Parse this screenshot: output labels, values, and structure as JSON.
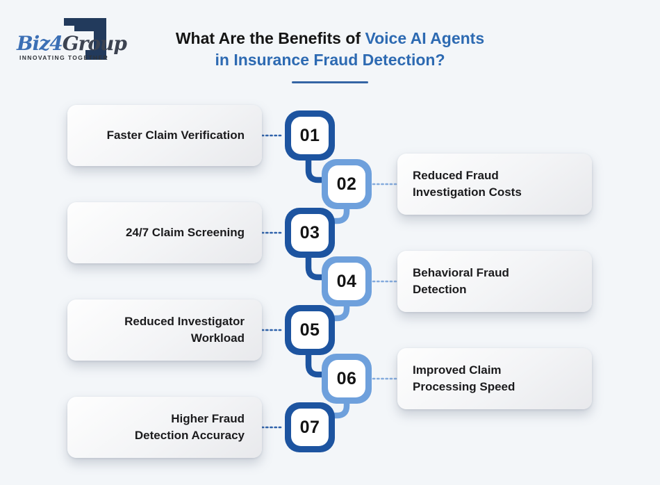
{
  "page": {
    "background_color": "#f3f6f9"
  },
  "logo": {
    "brand_blue": "Biz4",
    "brand_dark": "Group",
    "tagline": "INNOVATING TOGETHER",
    "mark_color": "#223a5c"
  },
  "title": {
    "prefix_dark": "What Are the Benefits of ",
    "highlight_blue": "Voice AI Agents",
    "line2_blue": "in Insurance Fraud Detection?"
  },
  "colors": {
    "dark_step": "#1d54a0",
    "light_step": "#6ea0dc",
    "title_blue": "#2d6ab2",
    "underline": "#3465a4",
    "card_text": "#1b1b1d"
  },
  "timeline": {
    "items": [
      {
        "number": "01",
        "label": "Faster Claim Verification",
        "side": "left",
        "tone": "dark"
      },
      {
        "number": "02",
        "label": "Reduced Fraud\nInvestigation Costs",
        "side": "right",
        "tone": "light"
      },
      {
        "number": "03",
        "label": "24/7 Claim Screening",
        "side": "left",
        "tone": "dark"
      },
      {
        "number": "04",
        "label": "Behavioral Fraud\nDetection",
        "side": "right",
        "tone": "light"
      },
      {
        "number": "05",
        "label": "Reduced Investigator\nWorkload",
        "side": "left",
        "tone": "dark"
      },
      {
        "number": "06",
        "label": "Improved Claim\nProcessing Speed",
        "side": "right",
        "tone": "light"
      },
      {
        "number": "07",
        "label": "Higher Fraud\nDetection Accuracy",
        "side": "left",
        "tone": "dark"
      }
    ]
  }
}
